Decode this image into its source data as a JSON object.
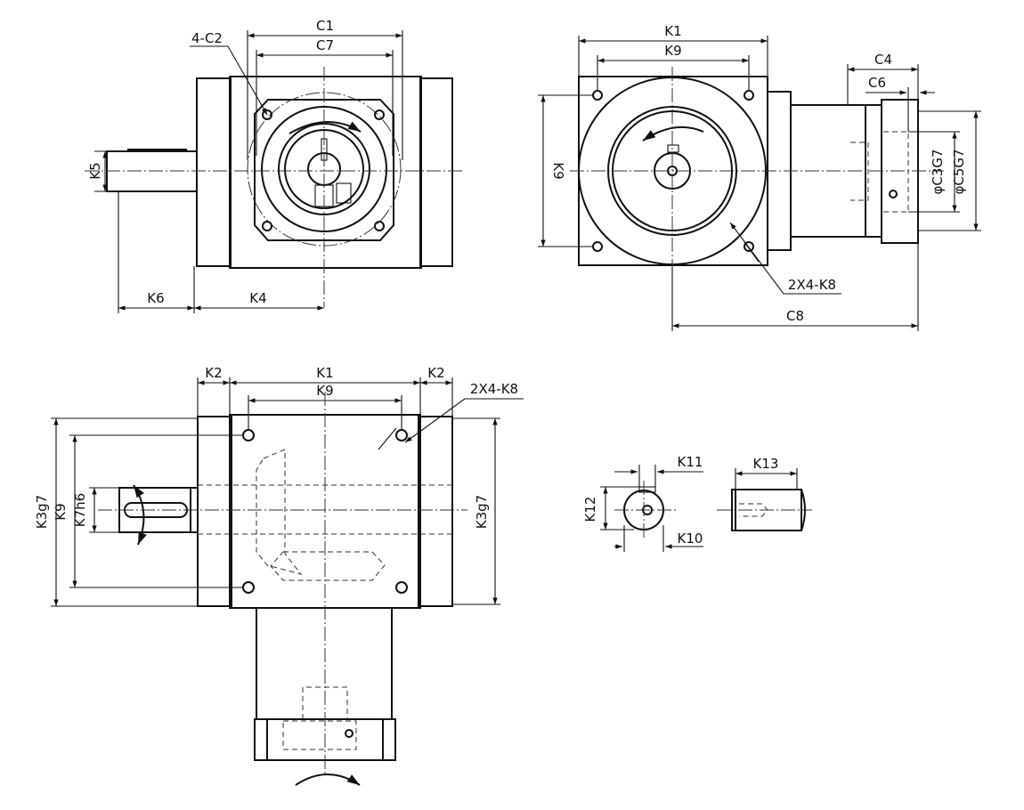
{
  "colors": {
    "line": "#111111",
    "background": "#ffffff"
  },
  "views": {
    "front": {
      "c1": "C1",
      "c7": "C7",
      "four_c2": "4-C2",
      "k5": "K5",
      "k6": "K6",
      "k4": "K4"
    },
    "side": {
      "k1": "K1",
      "k9_top": "K9",
      "k9_left": "K9",
      "c4": "C4",
      "c6": "C6",
      "c3g7": "φC3G7",
      "c5g7": "φC5G7",
      "hole_note": "2X4-K8",
      "c8": "C8"
    },
    "top": {
      "k2_left": "K2",
      "k1": "K1",
      "k2_right": "K2",
      "k9_top": "K9",
      "hole_note": "2X4-K8",
      "k3g7_left": "K3g7",
      "k9_left": "K9",
      "k7h6": "K7h6",
      "k3g7_right": "K3g7"
    },
    "key_detail": {
      "k11": "K11",
      "k12": "K12",
      "k10": "K10",
      "k13": "K13"
    }
  }
}
